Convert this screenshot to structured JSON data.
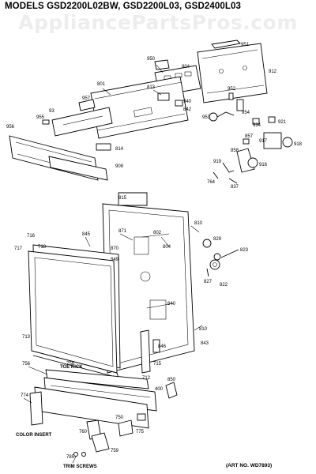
{
  "title": "MODELS GSD2200L02BW, GSD2200L03, GSD2400L03",
  "watermark": "AppliancePartsPros.com",
  "art_no": "(ART NO. WD7893)",
  "captions": {
    "toe_kick": "TOE KICK",
    "color_insert": "COLOR INSERT",
    "trim_screws": "TRIM SCREWS"
  },
  "part_numbers": {
    "p951": "951",
    "p950": "950",
    "p904": "904",
    "p912": "912",
    "p801": "801",
    "p813": "813",
    "p957": "957",
    "p940": "940",
    "p842": "842",
    "p952": "952",
    "p953": "953",
    "p954": "954",
    "p93": "93",
    "p955": "955",
    "p956": "956",
    "p814": "814",
    "p909": "909",
    "p934": "934",
    "p921": "921",
    "p917": "917",
    "p918": "918",
    "p857": "857",
    "p858": "858",
    "p916": "916",
    "p919": "919",
    "p764": "764",
    "p837": "837",
    "p815": "815",
    "p810a": "810",
    "p716": "716",
    "p717": "717",
    "p718": "718",
    "p845": "845",
    "p871": "871",
    "p802": "802",
    "p804": "804",
    "p829": "829",
    "p870": "870",
    "p849": "849",
    "p823": "823",
    "p827": "827",
    "p822": "822",
    "p840": "840",
    "p713": "713",
    "p810b": "810",
    "p843": "843",
    "p846": "846",
    "p715": "715",
    "p712": "712",
    "p756": "756",
    "p758": "758",
    "p850": "850",
    "p774": "774",
    "p400": "400",
    "p760": "760",
    "p775": "775",
    "p759": "759",
    "p785": "785",
    "p750": "750"
  }
}
